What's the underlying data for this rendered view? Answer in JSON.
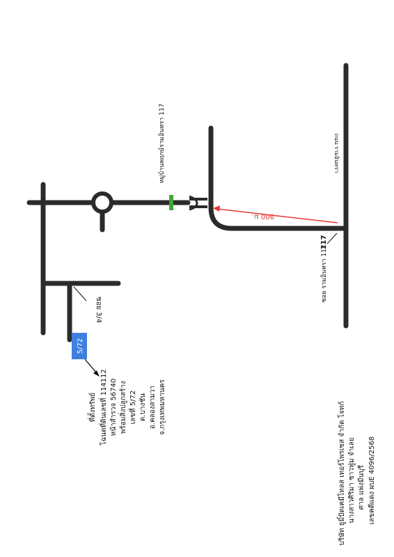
{
  "map": {
    "roads": {
      "main_road_label": "ถนน รามอินทรา",
      "soi_117_label": "ซอย รามอินทรา 117",
      "soi_117_number": "117",
      "soi_34_label": "ซอย 3/4"
    },
    "landmark_label": "หมู่บ้านพฤกษ์รามอินทรา 117",
    "distance_label": "900 ม.",
    "plot_marker": "5/72",
    "property": {
      "heading": "ที่ตั้งทรัพย์",
      "deed": "โฉนดที่ดินเลขที่ 114112",
      "survey": "หน้าสำรวจ 56740",
      "building": "พร้อมสิ่งปลูกสร้าง",
      "house_no": "เลขที่ 5/72",
      "subdistrict": "ต.บางชัน",
      "district": "อ.คลองสามวา",
      "province": "จ.กรุงเทพมหานคร"
    },
    "case": {
      "company": "บริษัท ธูมิ์ปัตเคมีโทลส เทอร์โพรเซส จำกัด โจทก์",
      "defendant": "นางสาวศิริมา ชาวฟู่ม จำเลย",
      "court": "ศาล แพ่งมีนบุรี",
      "case_no": "เลขคดีแดง ผบE 4096/2568"
    },
    "colors": {
      "road": "#2b2b2b",
      "route": "#e53935",
      "marker": "#3f7fe0",
      "landmark": "#3fa535"
    }
  }
}
